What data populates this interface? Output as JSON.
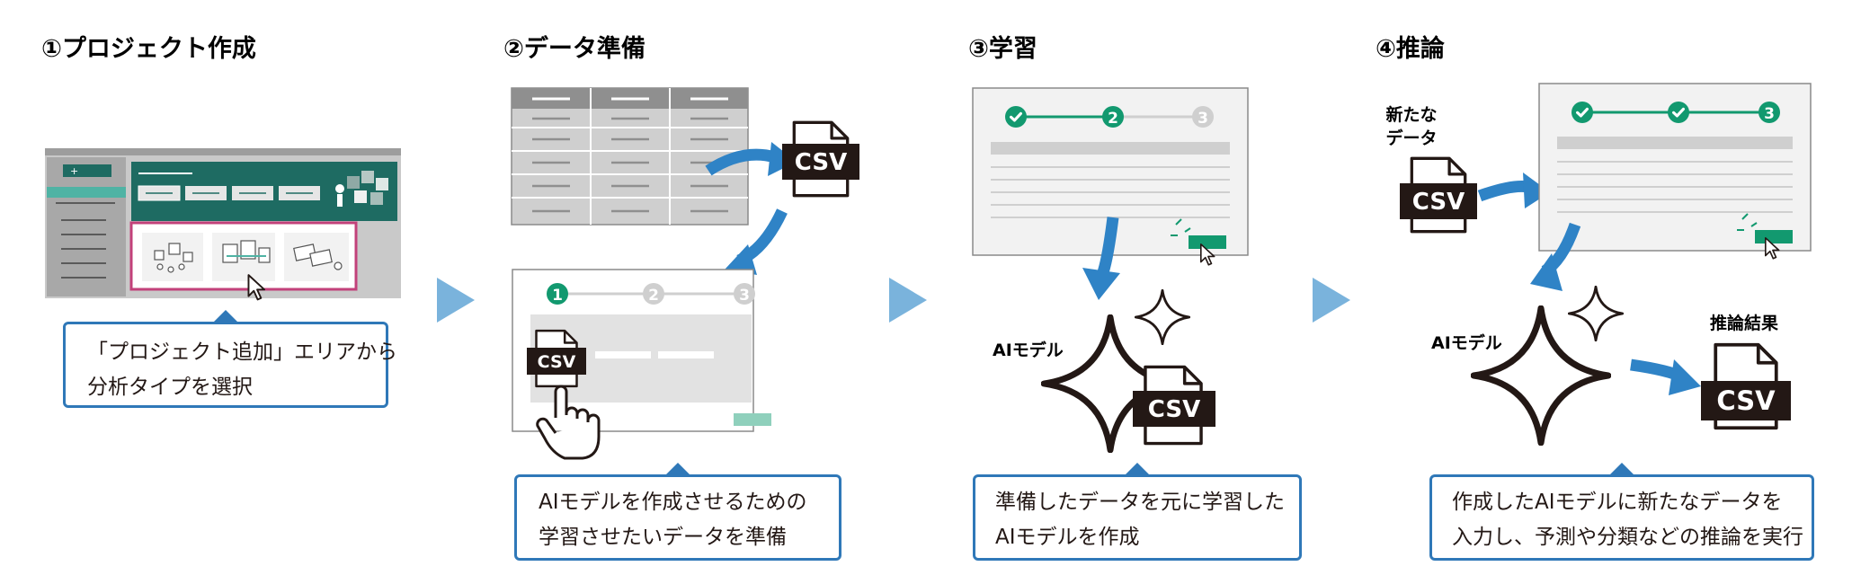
{
  "steps": [
    {
      "title": "①プロジェクト作成",
      "note_lines": [
        "「プロジェクト追加」エリアから",
        "分析タイプを選択"
      ]
    },
    {
      "title": "②データ準備",
      "file_label": "CSV",
      "wizard_steps": [
        "1",
        "2",
        "3"
      ],
      "note_lines": [
        "AIモデルを作成させるための",
        "学習させたいデータを準備"
      ]
    },
    {
      "title": "③学習",
      "wizard_steps": [
        "✓",
        "2",
        "3"
      ],
      "model_label": "AIモデル",
      "file_label": "CSV",
      "note_lines": [
        "準備したデータを元に学習した",
        "AIモデルを作成"
      ]
    },
    {
      "title": "④推論",
      "new_data_label": [
        "新たな",
        "データ"
      ],
      "wizard_steps": [
        "✓",
        "✓",
        "3"
      ],
      "model_label": "AIモデル",
      "result_label": "推論結果",
      "file_label": "CSV",
      "note_lines": [
        "作成したAIモデルに新たなデータを",
        "入力し、予測や分類などの推論を実行"
      ]
    }
  ],
  "colors": {
    "accent_green": "#12996f",
    "arrow_blue": "#2f83c6",
    "chevron_blue": "#7ab3dc",
    "callout_border": "#2f78b8",
    "highlight_pink": "#c2417a",
    "app_header_teal": "#1e6b62"
  }
}
